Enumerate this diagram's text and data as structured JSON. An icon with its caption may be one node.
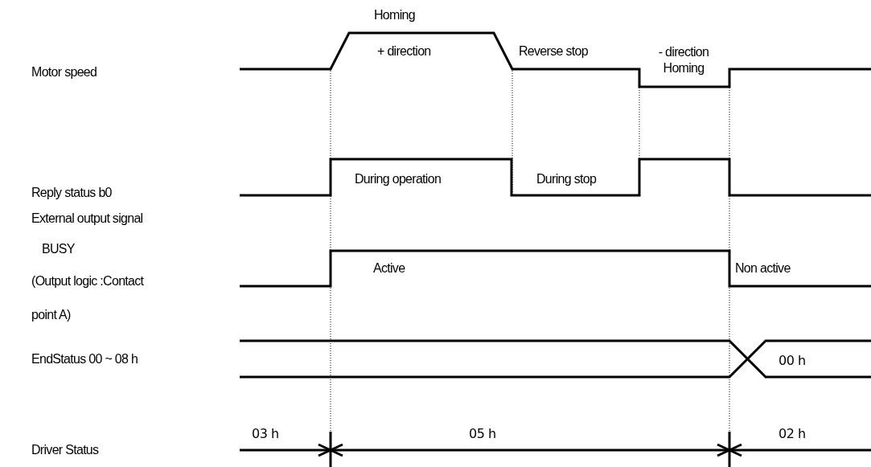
{
  "diagram": {
    "labels": [
      "Homing",
      "Motor speed",
      "+ direction",
      "Reverse stop",
      "- direction Homing",
      "Reply status b0",
      "During operation",
      "During stop",
      "External output signal",
      "BUSY",
      "(Output logic :Contact point A)",
      "Active",
      "Non active",
      "EndStatus 00 ~ 08 h",
      "00 h",
      "Driver Status",
      "03 h",
      "05 h",
      "02 h"
    ]
  }
}
